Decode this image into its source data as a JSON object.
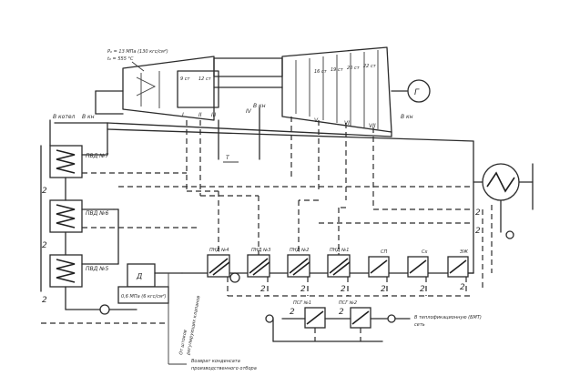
{
  "diagram": {
    "steam_params_line1": "P₀ = 13 МПа (130 кгс/см²)",
    "steam_params_line2": "t₀ = 555 °C",
    "to_boiler": "В котел",
    "hp_stage_labels": [
      "9 ст",
      "12 ст"
    ],
    "lp_stage_labels": [
      "16 ст",
      "19 ст",
      "20 ст",
      "22 ст"
    ],
    "extraction_numerals": [
      "I",
      "II",
      "III",
      "IV",
      "V",
      "VI",
      "VII"
    ],
    "to_condenser_left": "В кн",
    "to_condenser_mid": "В кн",
    "to_condenser_right": "В кн",
    "generator_symbol": "Г",
    "hp_heaters": [
      "ПВД №7",
      "ПВД №6",
      "ПВД №5"
    ],
    "lp_heaters": [
      "ПНД №4",
      "ПНД №3",
      "ПНД №2",
      "ПНД №1"
    ],
    "pump_labels": [
      "СП",
      "Сх",
      "ЭЖ"
    ],
    "deaerator_label": "Д",
    "deaerator_pressure": "0,6 МПа (6 кгс/см²)",
    "extraction_label": "Т",
    "network_heater_labels": [
      "ПСГ №1",
      "ПСГ №2"
    ],
    "network_line1": "В теплофикационную (БМТ)",
    "network_line2": "сеть",
    "bottom_left_label_line1": "От штоков",
    "bottom_left_label_line2": "регулирующих клапанов",
    "bottom_left_label2_line1": "Возврат конденсата",
    "bottom_left_label2_line2": "производственного отбора",
    "drain_numeral": "2"
  }
}
